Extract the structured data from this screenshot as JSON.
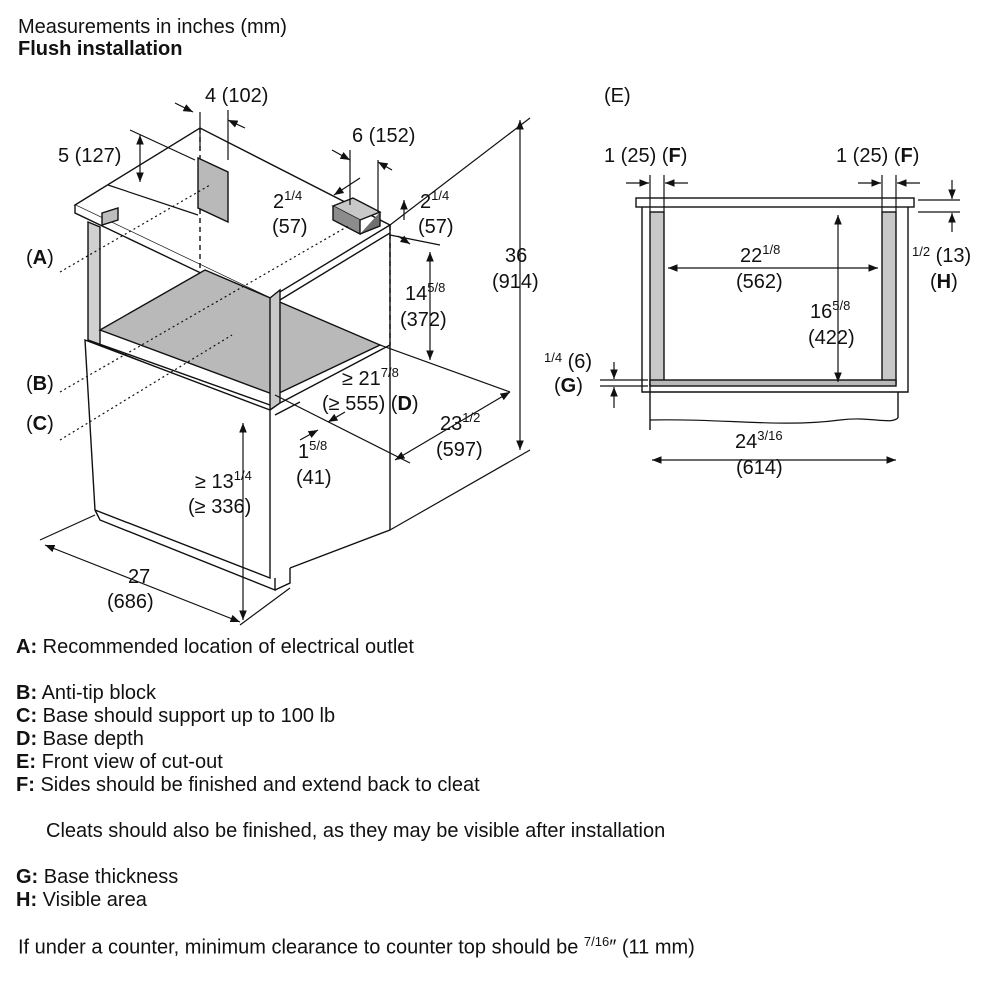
{
  "header": {
    "units": "Measurements in inches (mm)",
    "title": "Flush installation"
  },
  "dims": {
    "d_4": "4 (102)",
    "d_5": "5 (127)",
    "d_6": "6 (152)",
    "d_2a_in": "2",
    "d_2a_frac": "1/4",
    "d_2a_mm": "(57)",
    "d_2b_in": "2",
    "d_2b_frac": "1/4",
    "d_2b_mm": "(57)",
    "d_36_in": "36",
    "d_36_mm": "(914)",
    "d_14_in": "14",
    "d_14_frac": "5/8",
    "d_14_mm": "(372)",
    "d_21_in": "≥ 21",
    "d_21_frac": "7/8",
    "d_21_mm": "(≥ 555)",
    "d_23_in": "23",
    "d_23_frac": "1/2",
    "d_23_mm": "(597)",
    "d_1_in": "1",
    "d_1_frac": "5/8",
    "d_1_mm": "(41)",
    "d_13_in": "≥ 13",
    "d_13_frac": "1/4",
    "d_13_mm": "(≥ 336)",
    "d_27_in": "27",
    "d_27_mm": "(686)",
    "e_f_left": "1 (25)",
    "e_f_right": "1 (25)",
    "e_22_in": "22",
    "e_22_frac": "1/8",
    "e_22_mm": "(562)",
    "e_16_in": "16",
    "e_16_frac": "5/8",
    "e_16_mm": "(422)",
    "e_h_frac": "1/2",
    "e_h_mm": "(13)",
    "e_g_frac": "1/4",
    "e_g_mm": "(6)",
    "e_24_in": "24",
    "e_24_frac": "3/16",
    "e_24_mm": "(614)"
  },
  "callouts": {
    "A": "A",
    "B": "B",
    "C": "C",
    "D": "D",
    "E": "E",
    "F": "F",
    "G": "G",
    "H": "H"
  },
  "legend": [
    {
      "key": "A:",
      "text": "Recommended location of electrical outlet"
    },
    {
      "key": "B:",
      "text": "Anti-tip block"
    },
    {
      "key": "C:",
      "text": "Base should support up to 100 lb"
    },
    {
      "key": "D:",
      "text": "Base depth"
    },
    {
      "key": "E:",
      "text": "Front view of cut-out"
    },
    {
      "key": "F:",
      "text": "Sides should be finished and extend back to cleat"
    },
    {
      "key": "G:",
      "text": "Base thickness"
    },
    {
      "key": "H:",
      "text": "Visible area"
    }
  ],
  "notes": {
    "cleats": "Cleats should also be finished, as they may be visible after installation",
    "counter_pre": "If under a counter, minimum clearance to counter top should be",
    "counter_frac": "7/16",
    "counter_post": "″ (11 mm)"
  },
  "colors": {
    "line": "#111111",
    "base_fill": "#b9b9b9",
    "side_fill": "#c8c8c8"
  }
}
